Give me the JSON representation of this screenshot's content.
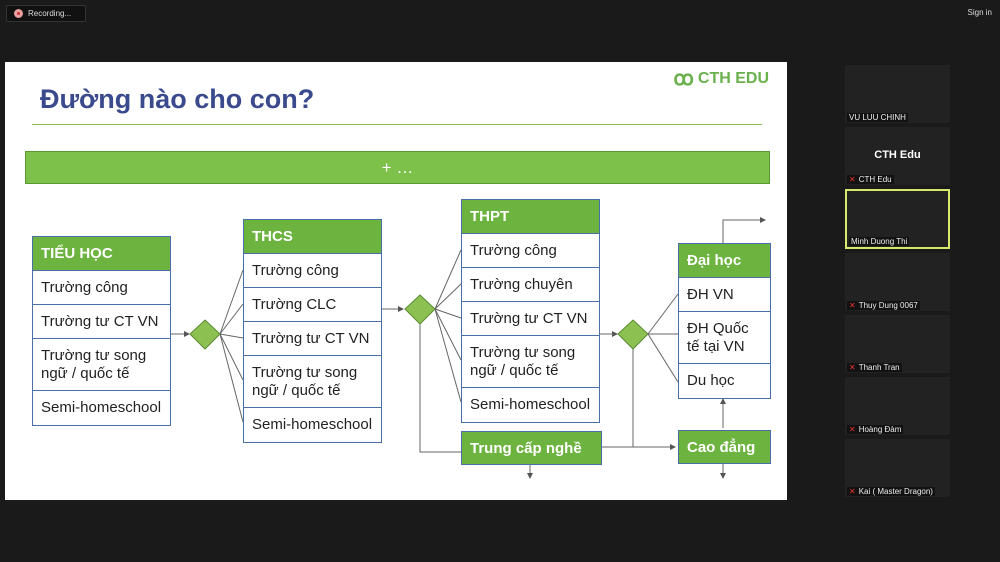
{
  "recording": {
    "label": "Recording..."
  },
  "signin": "Sign in",
  "slide": {
    "title": "Đường nào cho con?",
    "logo": "CTH EDU",
    "bar": "+ …",
    "tieu_hoc": {
      "header": "TIỂU HỌC",
      "rows": [
        "Trường công",
        "Trường tư CT VN",
        "Trường tư song ngữ / quốc tế",
        "Semi-homeschool"
      ]
    },
    "thcs": {
      "header": "THCS",
      "rows": [
        "Trường công",
        "Trường CLC",
        "Trường tư CT VN",
        "Trường tư song ngữ / quốc tế",
        "Semi-homeschool"
      ]
    },
    "thpt": {
      "header": "THPT",
      "rows": [
        "Trường công",
        "Trường chuyên",
        "Trường tư CT VN",
        "Trường tư song ngữ / quốc tế",
        "Semi-homeschool"
      ]
    },
    "trung_cap": "Trung cấp nghề",
    "dai_hoc": {
      "header": "Đại học",
      "rows": [
        "ĐH VN",
        "ĐH Quốc tế tại VN",
        "Du học"
      ]
    },
    "cao_dang": "Cao đẳng"
  },
  "participants": [
    {
      "name": "VU LUU CHINH",
      "muted": false
    },
    {
      "name": "CTH Edu",
      "title": "CTH Edu",
      "muted": true
    },
    {
      "name": "Minh Duong Thi",
      "muted": false,
      "active": true
    },
    {
      "name": "Thuy Dung 0067",
      "muted": true
    },
    {
      "name": "Thanh Tran",
      "muted": true
    },
    {
      "name": "Hoàng Đàm",
      "muted": true
    },
    {
      "name": "Kai ( Master Dragon)",
      "muted": true
    }
  ]
}
